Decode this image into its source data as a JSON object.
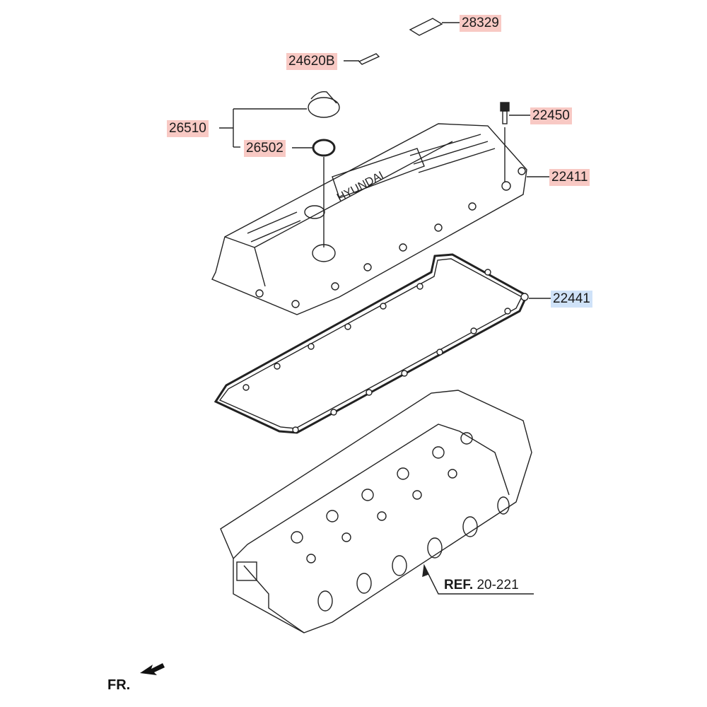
{
  "labels": {
    "p28329": "28329",
    "p24620B": "24620B",
    "p26510": "26510",
    "p26502": "26502",
    "p22450": "22450",
    "p22411": "22411",
    "p22441": "22441"
  },
  "reference": {
    "prefix": "REF.",
    "number": "20-221"
  },
  "direction": "FR.",
  "cover_text": "HYUNDAI",
  "colors": {
    "highlight_pink": "#f8c9c4",
    "highlight_blue": "#cfe2f8",
    "line": "#222222"
  }
}
